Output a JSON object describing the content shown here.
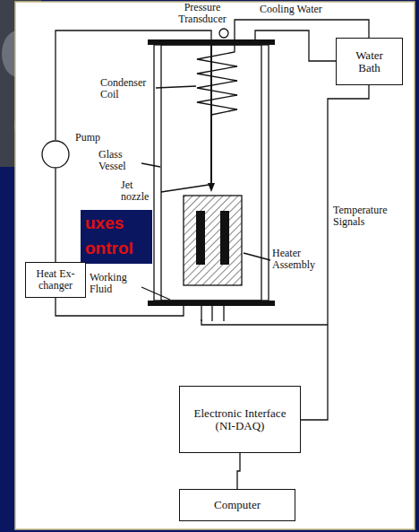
{
  "diagram": {
    "nodes": [
      {
        "text": [
          "Water Bath"
        ]
      },
      {
        "text": [
          "Pump"
        ]
      },
      {
        "text": [
          "Heat Ex- changer"
        ]
      },
      {
        "text": [
          "Electronic Interface (NI-DAQ)"
        ]
      },
      {
        "text": [
          "Computer"
        ]
      }
    ],
    "edges": [
      {
        "from": 1,
        "to": 2,
        "arrow": "none"
      },
      {
        "from": 3,
        "to": 4,
        "arrow": "none"
      }
    ],
    "labels": [
      "Pressure Transducer",
      "Cooling Water",
      "Condenser Coil",
      "Glass Vessel",
      "Jet nozzle",
      "Heater Assembly",
      "Temperature Signals",
      "Working Fluid",
      "uxes",
      "ontrol"
    ]
  }
}
